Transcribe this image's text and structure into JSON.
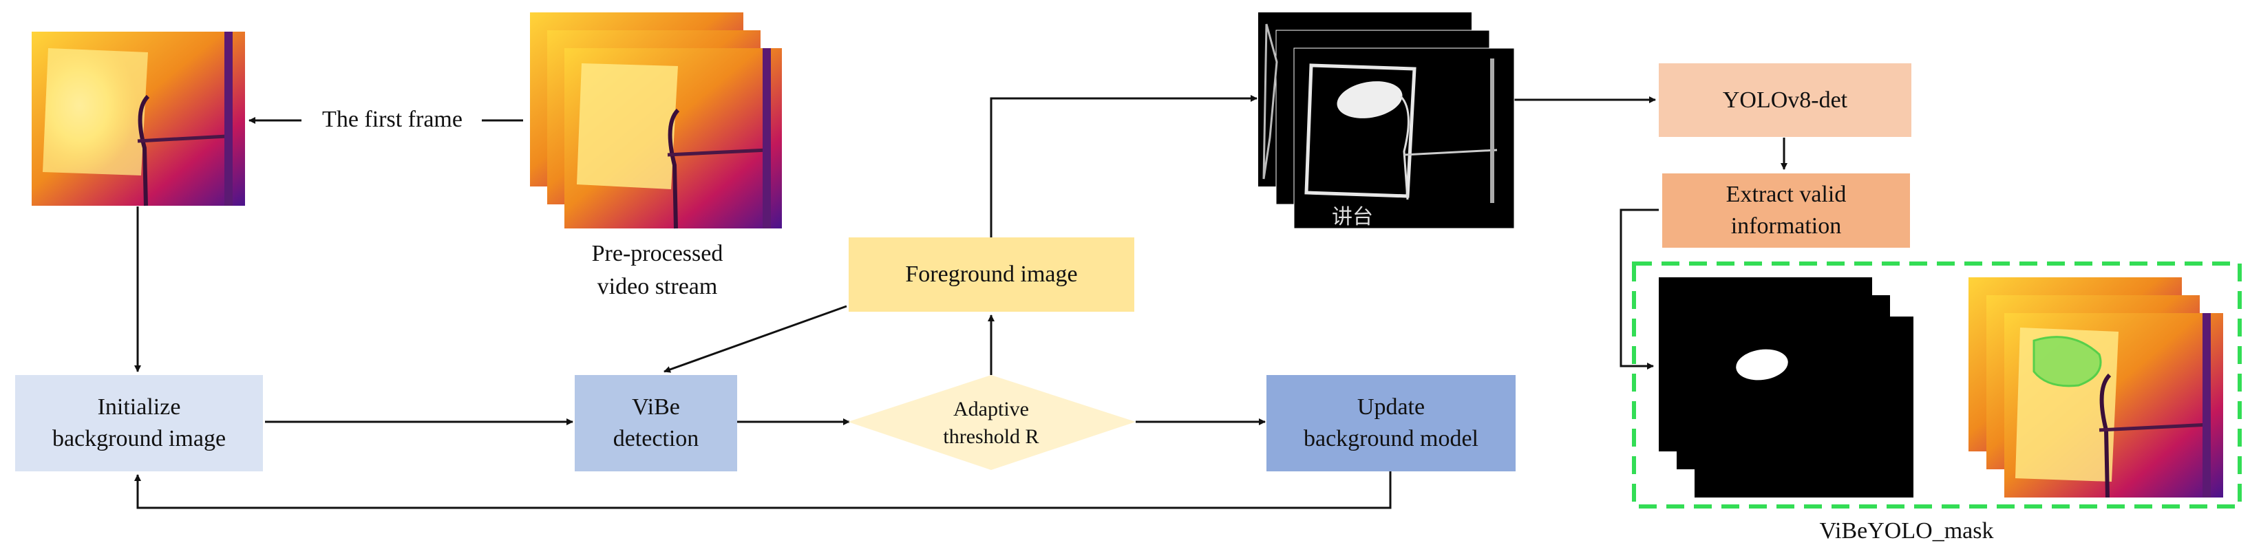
{
  "labels": {
    "first_frame": "The first frame",
    "preprocessed_line1": "Pre-processed",
    "preprocessed_line2": "video stream",
    "init_bg_line1": "Initialize",
    "init_bg_line2": "background image",
    "vibe_line1": "ViBe",
    "vibe_line2": "detection",
    "adaptive_line1": "Adaptive",
    "adaptive_line2": "threshold R",
    "foreground": "Foreground image",
    "update_line1": "Update",
    "update_line2": "background model",
    "yolo": "YOLOv8-det",
    "extract_line1": "Extract valid",
    "extract_line2": "information",
    "vibeyolo_mask": "ViBeYOLO_mask"
  },
  "colors": {
    "init_bg_fill": "#dae3f3",
    "vibe_fill": "#b4c7e7",
    "update_fill": "#8faadc",
    "foreground_fill": "#ffe699",
    "adaptive_fill": "#fff2cc",
    "yolo_fill": "#f8cbad",
    "extract_fill": "#f4b183",
    "mask_border": "#33dd55",
    "arrow": "#111111"
  },
  "icons": {
    "thermal_frame": "thermal-frame-image",
    "binary_mask": "binary-foreground-image",
    "segmented_thermal": "thermal-frame-with-green-mask"
  }
}
